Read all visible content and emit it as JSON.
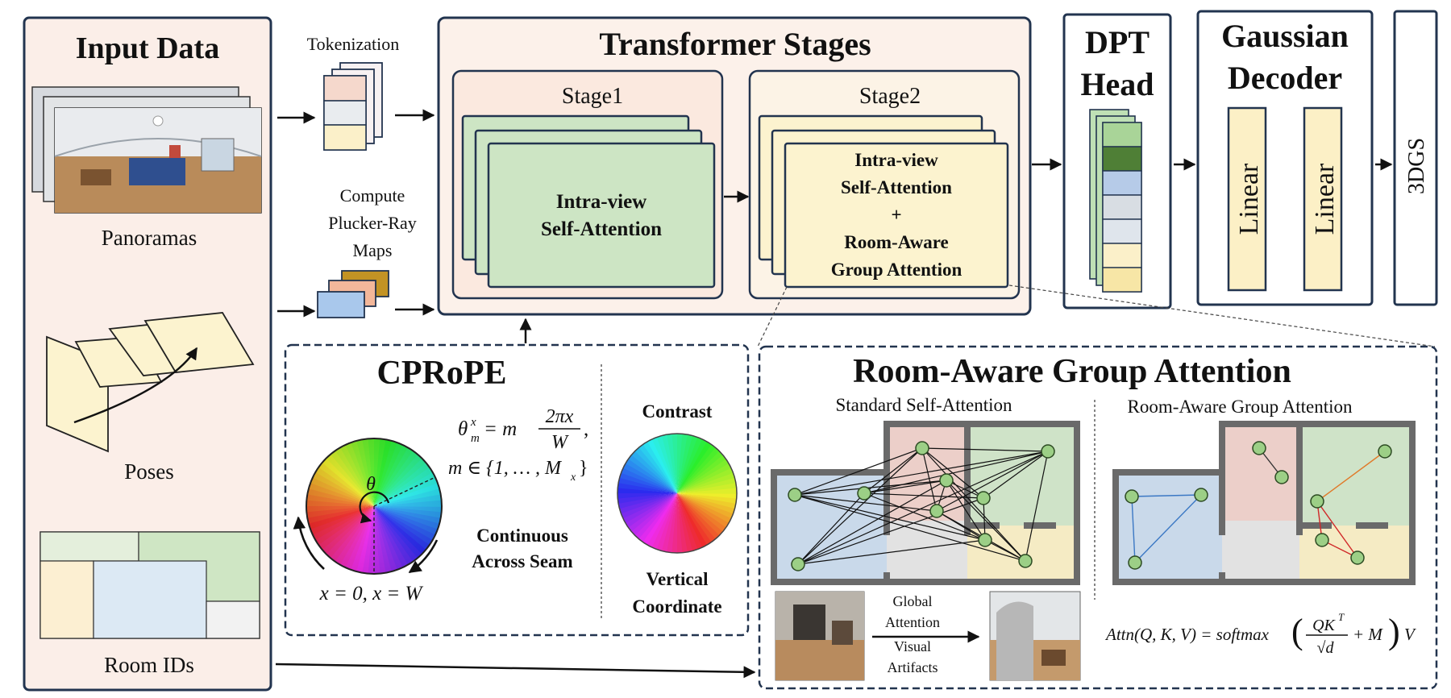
{
  "input_data": {
    "title": "Input Data",
    "panoramas_label": "Panoramas",
    "poses_label": "Poses",
    "room_ids_label": "Room IDs"
  },
  "tokenization": {
    "label": "Tokenization"
  },
  "plucker": {
    "line1": "Compute",
    "line2": "Plucker-Ray",
    "line3": "Maps"
  },
  "transformer": {
    "title": "Transformer Stages",
    "stage1": {
      "title": "Stage1",
      "line1": "Intra-view",
      "line2": "Self-Attention"
    },
    "stage2": {
      "title": "Stage2",
      "line1": "Intra-view",
      "line2": "Self-Attention",
      "line3": "+",
      "line4": "Room-Aware",
      "line5": "Group Attention"
    }
  },
  "dpt_head": {
    "line1": "DPT",
    "line2": "Head"
  },
  "gaussian_decoder": {
    "line1": "Gaussian",
    "line2": "Decoder",
    "linear1": "Linear",
    "linear2": "Linear"
  },
  "output": {
    "label": "3DGS"
  },
  "cprope": {
    "title": "CPRoPE",
    "theta_symbol": "θ",
    "formula_lhs": "θ",
    "formula_sup": "x",
    "formula_sub": "m",
    "formula_eq": "= m",
    "formula_num": "2πx",
    "formula_den": "W",
    "formula_comma": ",",
    "formula_line2": "m ∈ {1, … , M",
    "formula_line2_sub": "x",
    "formula_line2_end": "}",
    "seam_label": "x = 0, x = W",
    "continuous_line1": "Continuous",
    "continuous_line2": "Across Seam",
    "contrast_label": "Contrast",
    "vertical_line1": "Vertical",
    "vertical_line2": "Coordinate"
  },
  "ragat": {
    "title": "Room-Aware Group Attention",
    "standard_label": "Standard Self-Attention",
    "room_aware_label": "Room-Aware Group Attention",
    "global_line1": "Global",
    "global_line2": "Attention",
    "artifacts_line1": "Visual",
    "artifacts_line2": "Artifacts",
    "attn_formula_lhs": "Attn(Q, K, V) = softmax",
    "attn_formula_num": "QK",
    "attn_formula_num_sup": "T",
    "attn_formula_den": "√d",
    "attn_formula_plus": "+ M",
    "attn_formula_end": "V"
  },
  "colors": {
    "input_bg": "#fbeee8",
    "transformer_bg": "#fcf1ea",
    "stage_bg": "#fbe9df",
    "green_block": "#cde5c4",
    "yellow_block": "#fcf3cf",
    "linear_block": "#fcf0c6",
    "panel_border": "#22344f",
    "room_blue": "#c9d9ea",
    "room_pink": "#eccfc9",
    "room_green": "#cfe3c8",
    "room_yellow": "#f5ebc4",
    "node": "#9ccf86"
  }
}
